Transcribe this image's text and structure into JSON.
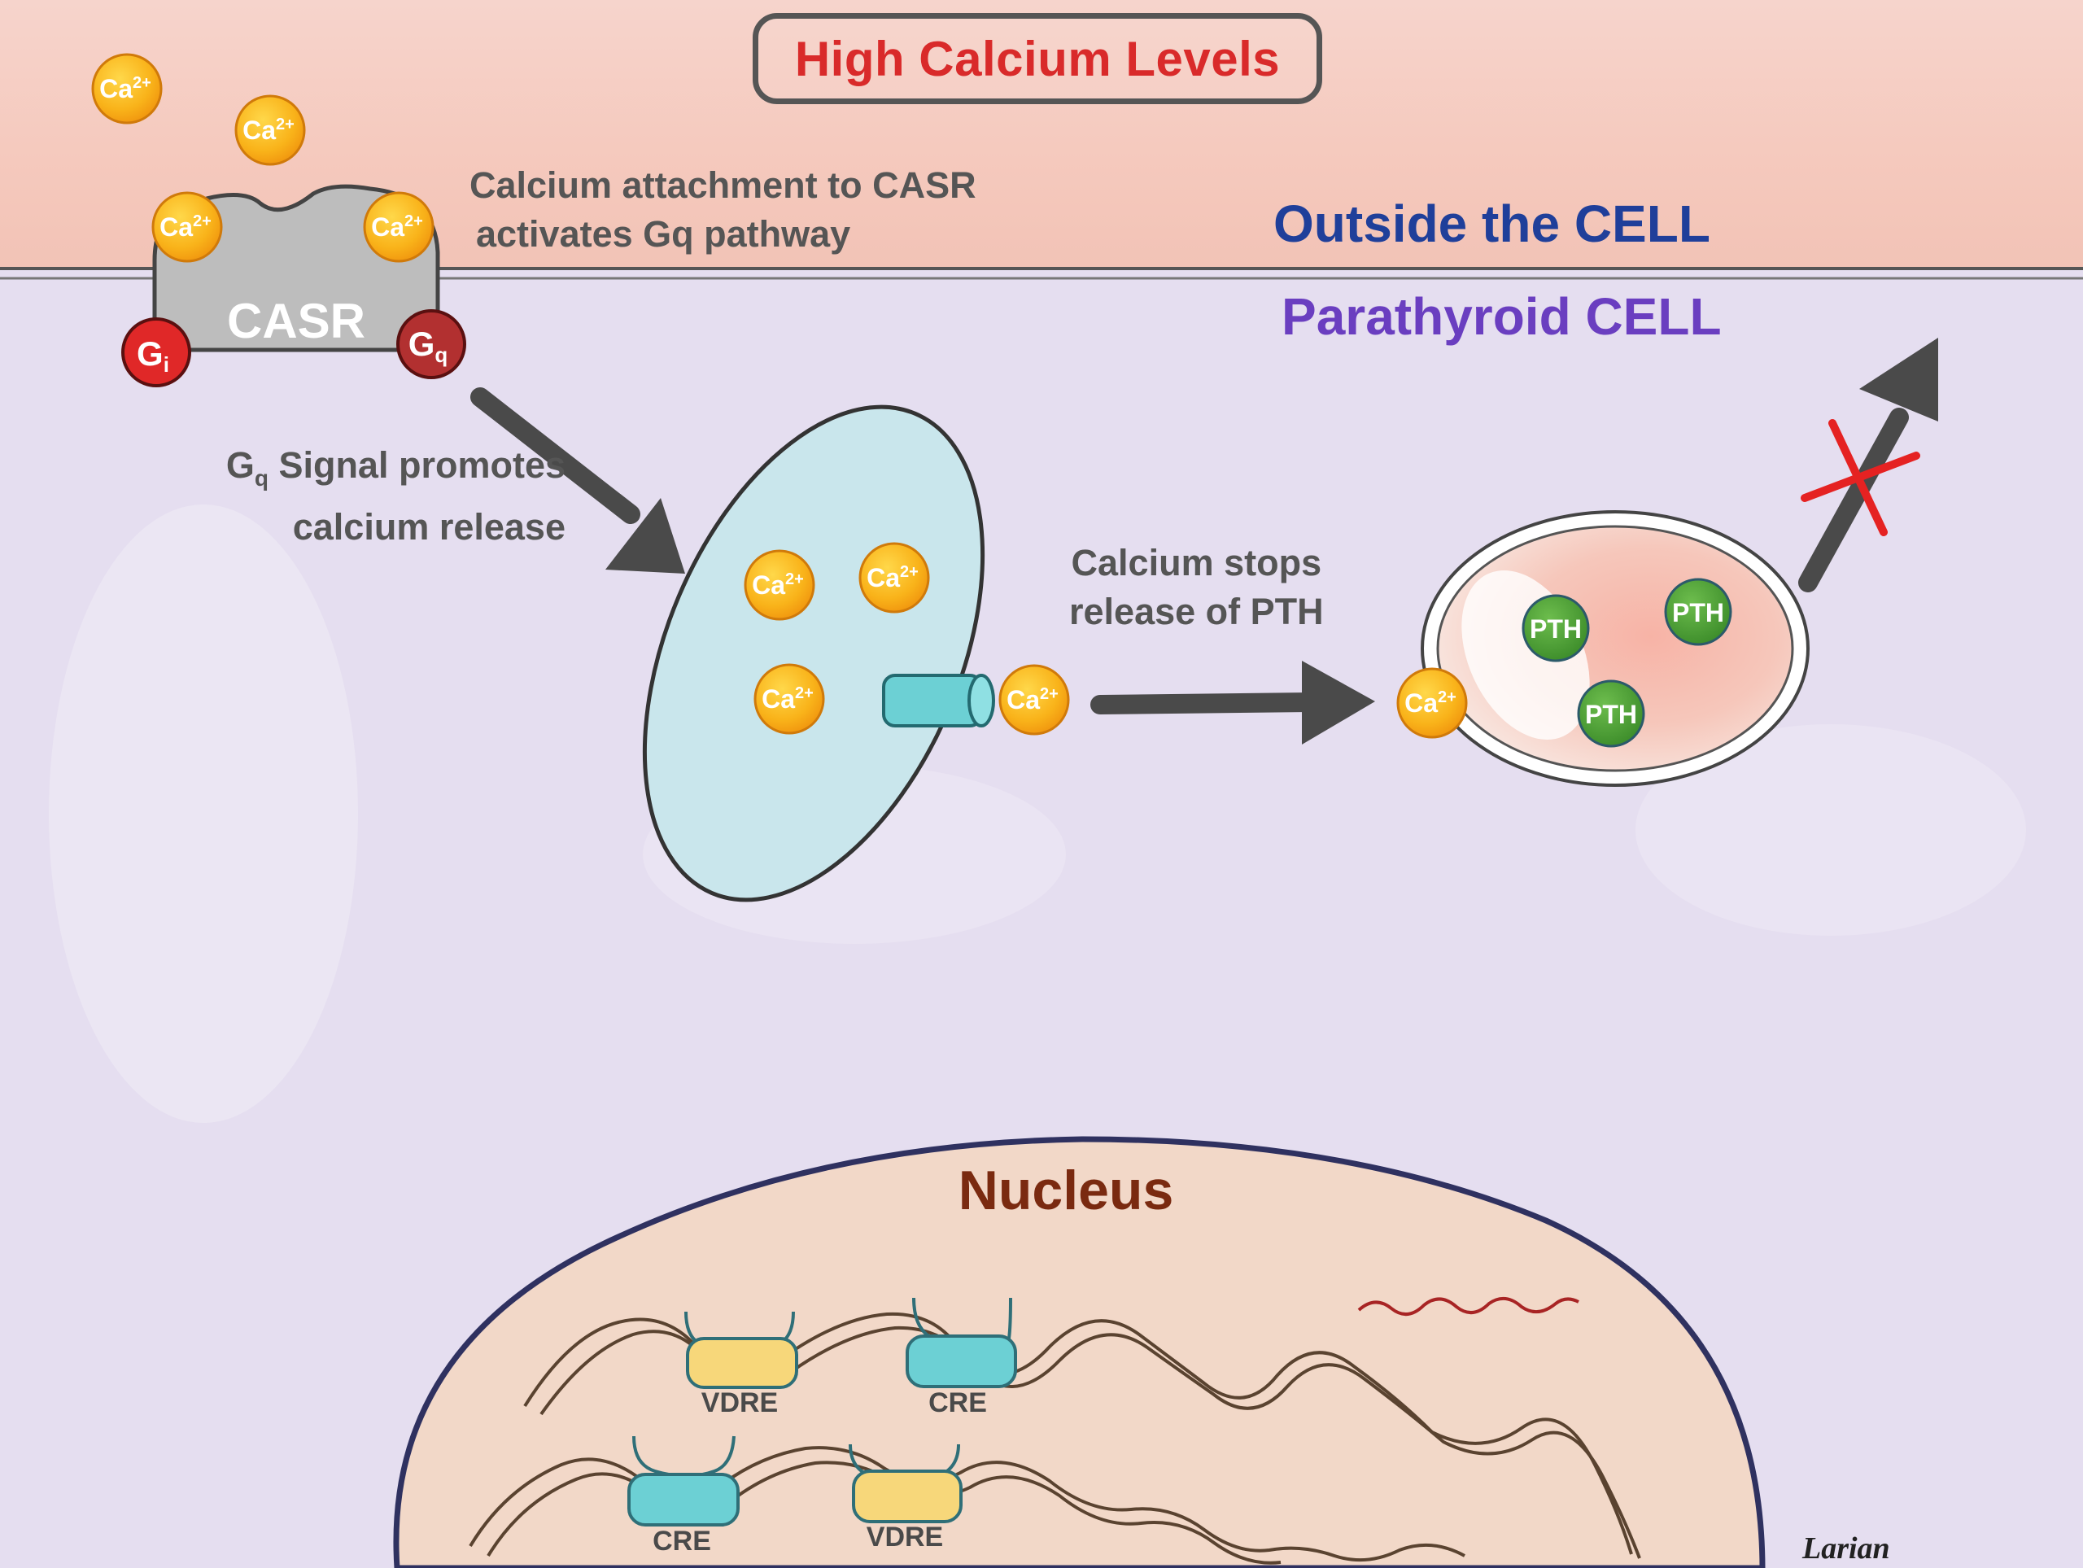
{
  "title": "High Calcium Levels",
  "regions": {
    "outside": "Outside the CELL",
    "inside": "Parathyroid CELL"
  },
  "receptor": {
    "name": "CASR",
    "gi_base": "G",
    "gi_sub": "i",
    "gq_base": "G",
    "gq_sub": "q"
  },
  "ion": {
    "base": "Ca",
    "charge": "2+"
  },
  "protein": {
    "label": "PTH"
  },
  "annotations": {
    "attachment_line1": "Calcium attachment to CASR",
    "attachment_line2": "activates Gq pathway",
    "gq_base": "G",
    "gq_sub": "q",
    "signal_line1_rest": " Signal promotes",
    "signal_line2": "calcium release",
    "stops_line1": "Calcium stops",
    "stops_line2": "release of PTH"
  },
  "nucleus": {
    "title": "Nucleus",
    "elements": [
      "VDRE",
      "CRE",
      "CRE",
      "VDRE"
    ]
  },
  "signature": "Larian"
}
